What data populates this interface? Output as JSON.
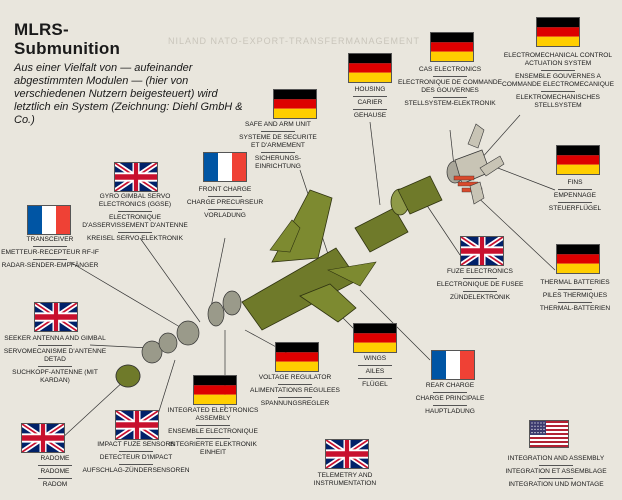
{
  "header": {
    "title_line1": "MLRS-",
    "title_line2": "Submunition",
    "subtitle": "Aus einer Vielfalt von — aufeinander abgestimmten Modulen — (hier von verschiedenen Nutzern beigesteuert) wird letztlich ein System (Zeichnung: Diehl GmbH & Co.)",
    "watermark": "NILAND NATO-EXPORT-TRANSFERMANAGEMENT"
  },
  "colors": {
    "germany": [
      "#000000",
      "#dd0000",
      "#ffce00"
    ],
    "france": [
      "#0055a4",
      "#ffffff",
      "#ef4135"
    ],
    "uk": [
      "#012169",
      "#ffffff",
      "#c8102e"
    ],
    "usa": [
      "#b22234",
      "#ffffff",
      "#3c3b6e"
    ],
    "missile": "#6f7a2a"
  },
  "components": [
    {
      "id": "transceiver",
      "flag": "france",
      "lines": [
        "TRANSCEIVER",
        "|",
        "EMETTEUR-RECEPTEUR RF-IF",
        "|",
        "RADAR-SENDER-EMPFÄNGER"
      ]
    },
    {
      "id": "gyro",
      "flag": "uk",
      "lines": [
        "GYRO GIMBAL SERVO ELECTRONICS (GGSE)",
        "|",
        "ELECTRONIQUE D'ASSERVISSEMENT D'ANTENNE",
        "|",
        "KREISEL SERVO ELEKTRONIK"
      ]
    },
    {
      "id": "front-charge",
      "flag": "france",
      "lines": [
        "FRONT CHARGE",
        "|",
        "CHARGE PRECURSEUR",
        "|",
        "VORLADUNG"
      ]
    },
    {
      "id": "safe-arm",
      "flag": "germany",
      "lines": [
        "SAFE AND ARM UNIT",
        "|",
        "SYSTEME DE SECURITE ET D'ARMEMENT",
        "|",
        "SICHERUNGS-EINRICHTUNG"
      ]
    },
    {
      "id": "housing",
      "flag": "germany",
      "lines": [
        "HOUSING",
        "|",
        "CARIER",
        "|",
        "GEHAUSE"
      ]
    },
    {
      "id": "cas",
      "flag": "germany",
      "lines": [
        "CAS ELECTRONICS",
        "|",
        "ELECTRONIQUE DE COMMANDE DES GOUVERNES",
        "|",
        "STELLSYSTEM-ELEKTRONIK"
      ]
    },
    {
      "id": "ecas",
      "flag": "germany",
      "lines": [
        "ELECTROMECHANICAL CONTROL ACTUATION SYSTEM",
        "|",
        "ENSEMBLE GOUVERNES A COMMANDE ELECTROMECANIQUE",
        "|",
        "ELEKTROMECHANISCHES STELLSYSTEM"
      ]
    },
    {
      "id": "fins",
      "flag": "germany",
      "lines": [
        "FINS",
        "|",
        "EMPENNAGE",
        "|",
        "STEUERFLÜGEL"
      ]
    },
    {
      "id": "thermal-batteries",
      "flag": "germany",
      "lines": [
        "THERMAL BATTERIES",
        "|",
        "PILES THERMIQUES",
        "|",
        "THERMAL-BATTERIEN"
      ]
    },
    {
      "id": "fuze-electronics",
      "flag": "uk",
      "lines": [
        "FUZE ELECTRONICS",
        "|",
        "ELECTRONIQUE DE FUSEE",
        "|",
        "ZÜNDELEKTRONIK"
      ]
    },
    {
      "id": "seeker",
      "flag": "uk",
      "lines": [
        "SEEKER ANTENNA AND GIMBAL",
        "|",
        "SERVOMECANISME D'ANTENNE DETAD",
        "|",
        "SUCHKOPF-ANTENNE (MIT KARDAN)"
      ]
    },
    {
      "id": "radome",
      "flag": "uk",
      "lines": [
        "RADOME",
        "|",
        "RADOME",
        "|",
        "RADOM"
      ]
    },
    {
      "id": "impact-fuze",
      "flag": "uk",
      "lines": [
        "IMPACT FUZE SENSORS",
        "|",
        "DETECTEUR D'IMPACT",
        "|",
        "AUFSCHLAG-ZÜNDERSENSOREN"
      ]
    },
    {
      "id": "iea",
      "flag": "germany",
      "lines": [
        "INTEGRATED ELECTRONICS ASSEMBLY",
        "|",
        "ENSEMBLE ELECTRONIQUE",
        "|",
        "INTEGRIERTE ELEKTRONIK EINHEIT"
      ]
    },
    {
      "id": "voltage-regulator",
      "flag": "germany",
      "lines": [
        "VOLTAGE REGULATOR",
        "|",
        "ALIMENTATIONS REGULEES",
        "|",
        "SPANNUNGSREGLER"
      ]
    },
    {
      "id": "wings",
      "flag": "germany",
      "lines": [
        "WINGS",
        "|",
        "AILES",
        "|",
        "FLÜGEL"
      ]
    },
    {
      "id": "rear-charge",
      "flag": "france",
      "lines": [
        "REAR CHARGE",
        "|",
        "CHARGE PRINCIPALE",
        "|",
        "HAUPTLADUNG"
      ]
    },
    {
      "id": "telemetry",
      "flag": "uk",
      "lines": [
        "TELEMETRY AND INSTRUMENTATION"
      ]
    },
    {
      "id": "integration",
      "flag": "usa",
      "lines": [
        "INTEGRATION AND ASSEMBLY",
        "|",
        "INTEGRATION ET ASSEMBLAGE",
        "|",
        "INTEGRATION UND MONTAGE"
      ]
    }
  ]
}
